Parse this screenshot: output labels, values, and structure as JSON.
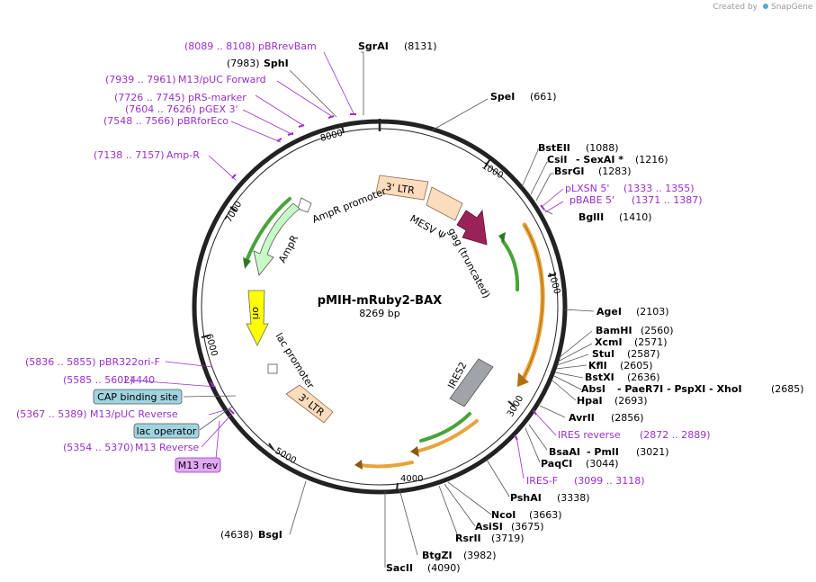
{
  "header": {
    "created_by": "Created by",
    "brand": "SnapGene"
  },
  "plasmid": {
    "name": "pMIH-mRuby2-BAX",
    "size": "8269 bp"
  },
  "ticks": [
    "1000",
    "2000",
    "3000",
    "4000",
    "5000",
    "6000",
    "7000",
    "8000"
  ],
  "features": {
    "ltr5": "3' LTR",
    "mesv": "MESV Ψ",
    "gag": "gag (truncated)",
    "ampr_promoter": "AmpR promoter",
    "ampr": "AmpR",
    "ori": "ori",
    "lac_promoter": "lac promoter",
    "ltr3": "3' LTR",
    "ires2": "IRES2"
  },
  "right_sites": [
    {
      "name": "SpeI",
      "pos": "(661)"
    },
    {
      "name": "BstEII",
      "pos": "(1088)"
    },
    {
      "name": "CsiI",
      "extra": "- SexAI *",
      "pos": "(1216)"
    },
    {
      "name": "BsrGI",
      "pos": "(1283)"
    },
    {
      "name": "BglII",
      "pos": "(1410)"
    },
    {
      "name": "AgeI",
      "pos": "(2103)"
    },
    {
      "name": "BamHI",
      "pos": "(2560)"
    },
    {
      "name": "XcmI",
      "pos": "(2571)"
    },
    {
      "name": "StuI",
      "pos": "(2587)"
    },
    {
      "name": "KflI",
      "pos": "(2605)"
    },
    {
      "name": "BstXI",
      "pos": "(2636)"
    },
    {
      "name": "AbsI",
      "extra": "- PaeR7I  - PspXI  - XhoI",
      "pos": "(2685)"
    },
    {
      "name": "HpaI",
      "pos": "(2693)"
    },
    {
      "name": "AvrII",
      "pos": "(2856)"
    },
    {
      "name": "BsaAI",
      "extra": "- PmlI",
      "pos": "(3021)"
    },
    {
      "name": "PaqCI",
      "pos": "(3044)"
    },
    {
      "name": "PshAI",
      "pos": "(3338)"
    },
    {
      "name": "NcoI",
      "pos": "(3663)"
    },
    {
      "name": "AsiSI",
      "pos": "(3675)"
    },
    {
      "name": "RsrII",
      "pos": "(3719)"
    },
    {
      "name": "BtgZI",
      "pos": "(3982)"
    },
    {
      "name": "SacII",
      "pos": "(4090)"
    }
  ],
  "left_sites": [
    {
      "name": "SgrAI",
      "pos": "(8131)"
    },
    {
      "name": "SphI",
      "pos": "(7983)"
    },
    {
      "name": "BsgI",
      "pos": "(4638)"
    }
  ],
  "primers": [
    {
      "range": "(8089 .. 8108)",
      "name": "pBRrevBam"
    },
    {
      "range": "(7939 .. 7961)",
      "name": "M13/pUC Forward"
    },
    {
      "range": "(7726 .. 7745)",
      "name": "pRS-marker"
    },
    {
      "range": "(7604 .. 7626)",
      "name": "pGEX 3'"
    },
    {
      "range": "(7548 .. 7566)",
      "name": "pBRforEco"
    },
    {
      "range": "(7138 .. 7157)",
      "name": "Amp-R"
    },
    {
      "range": "(5836 .. 5855)",
      "name": "pBR322ori-F"
    },
    {
      "range": "(5585 .. 5602)",
      "name": "L4440"
    },
    {
      "range": "(5367 .. 5389)",
      "name": "M13/pUC Reverse"
    },
    {
      "range": "(5354 .. 5370)",
      "name": "M13 Reverse"
    },
    {
      "name": "pLXSN 5'",
      "range": "(1333 .. 1355)"
    },
    {
      "name": "pBABE 5'",
      "range": "(1371 .. 1387)"
    },
    {
      "name": "IRES reverse",
      "range": "(2872 .. 2889)"
    },
    {
      "name": "IRES-F",
      "range": "(3099 .. 3118)"
    }
  ],
  "boxes": {
    "cap": "CAP binding site",
    "lac_op": "lac operator",
    "m13rev": "M13 rev"
  },
  "colors": {
    "backbone": "#222222",
    "ltr": "#fbdcbd",
    "gag": "#9b2258",
    "ampr": "#c8fac8",
    "ori": "#ffff00",
    "ires": "#a0a4a8",
    "orf_orange": "#e8a33c",
    "orf_green": "#4aa33a",
    "primer": "#9a2fc9",
    "feature_box_blue": "#9fd4e0",
    "feature_box_purple": "#e2a9f3"
  }
}
